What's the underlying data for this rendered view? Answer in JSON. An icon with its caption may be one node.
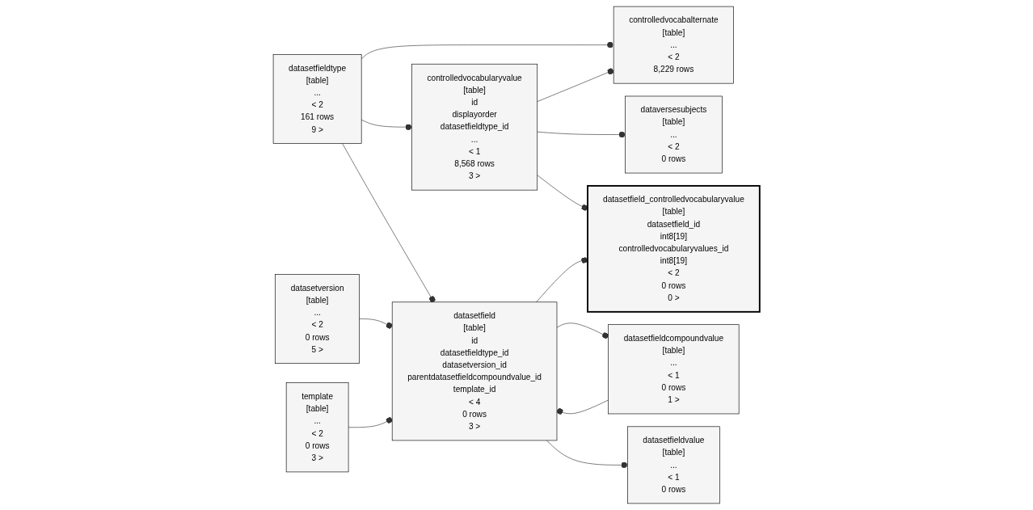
{
  "diagram": {
    "nodes": [
      {
        "text": [
          "controlledvocabalternate",
          "[table]",
          "...",
          "< 2",
          "8,229 rows"
        ]
      },
      {
        "text": [
          "controlledvocabularyvalue",
          "[table]",
          "id",
          "displayorder",
          "datasetfieldtype_id",
          "...",
          "< 1",
          "8,568 rows",
          "3 >"
        ]
      },
      {
        "text": [
          "dataversesubjects",
          "[table]",
          "...",
          "< 2",
          "0 rows"
        ]
      },
      {
        "text": [
          "datasetfieldtype",
          "[table]",
          "...",
          "< 2",
          "161 rows",
          "9 >"
        ]
      },
      {
        "text": [
          "datasetfield_controlledvocabularyvalue",
          "[table]",
          "datasetfield_id",
          "int8[19]",
          "controlledvocabularyvalues_id",
          "int8[19]",
          "< 2",
          "0 rows",
          "0 >"
        ]
      },
      {
        "text": [
          "datasetfieldcompoundvalue",
          "[table]",
          "...",
          "< 1",
          "0 rows",
          "1 >"
        ]
      },
      {
        "text": [
          "datasetfield",
          "[table]",
          "id",
          "datasetfieldtype_id",
          "datasetversion_id",
          "parentdatasetfieldcompoundvalue_id",
          "template_id",
          "< 4",
          "0 rows",
          "3 >"
        ]
      },
      {
        "text": [
          "datasetversion",
          "[table]",
          "...",
          "< 2",
          "0 rows",
          "5 >"
        ]
      },
      {
        "text": [
          "datasetfieldvalue",
          "[table]",
          "...",
          "< 1",
          "0 rows"
        ]
      },
      {
        "text": [
          "template",
          "[table]",
          "...",
          "< 2",
          "0 rows",
          "3 >"
        ]
      }
    ],
    "edges": [
      {
        "from": 3,
        "to": 0,
        "arrow": "other"
      },
      {
        "from": 3,
        "to": 1,
        "arrow": "other"
      },
      {
        "from": 3,
        "to": 6,
        "arrow": "other"
      },
      {
        "from": 1,
        "to": 0,
        "arrow": "other"
      },
      {
        "from": 1,
        "to": 2,
        "arrow": "other"
      },
      {
        "from": 1,
        "to": 4,
        "arrow": "other"
      },
      {
        "from": 6,
        "to": 4,
        "arrow": "other"
      },
      {
        "from": 6,
        "to": 5,
        "arrow": "other"
      },
      {
        "from": 5,
        "to": 6,
        "arrow": "other"
      },
      {
        "from": 7,
        "to": 6,
        "arrow": "other"
      },
      {
        "from": 9,
        "to": 6,
        "arrow": "other"
      },
      {
        "from": 6,
        "to": 8,
        "arrow": "other"
      }
    ]
  }
}
